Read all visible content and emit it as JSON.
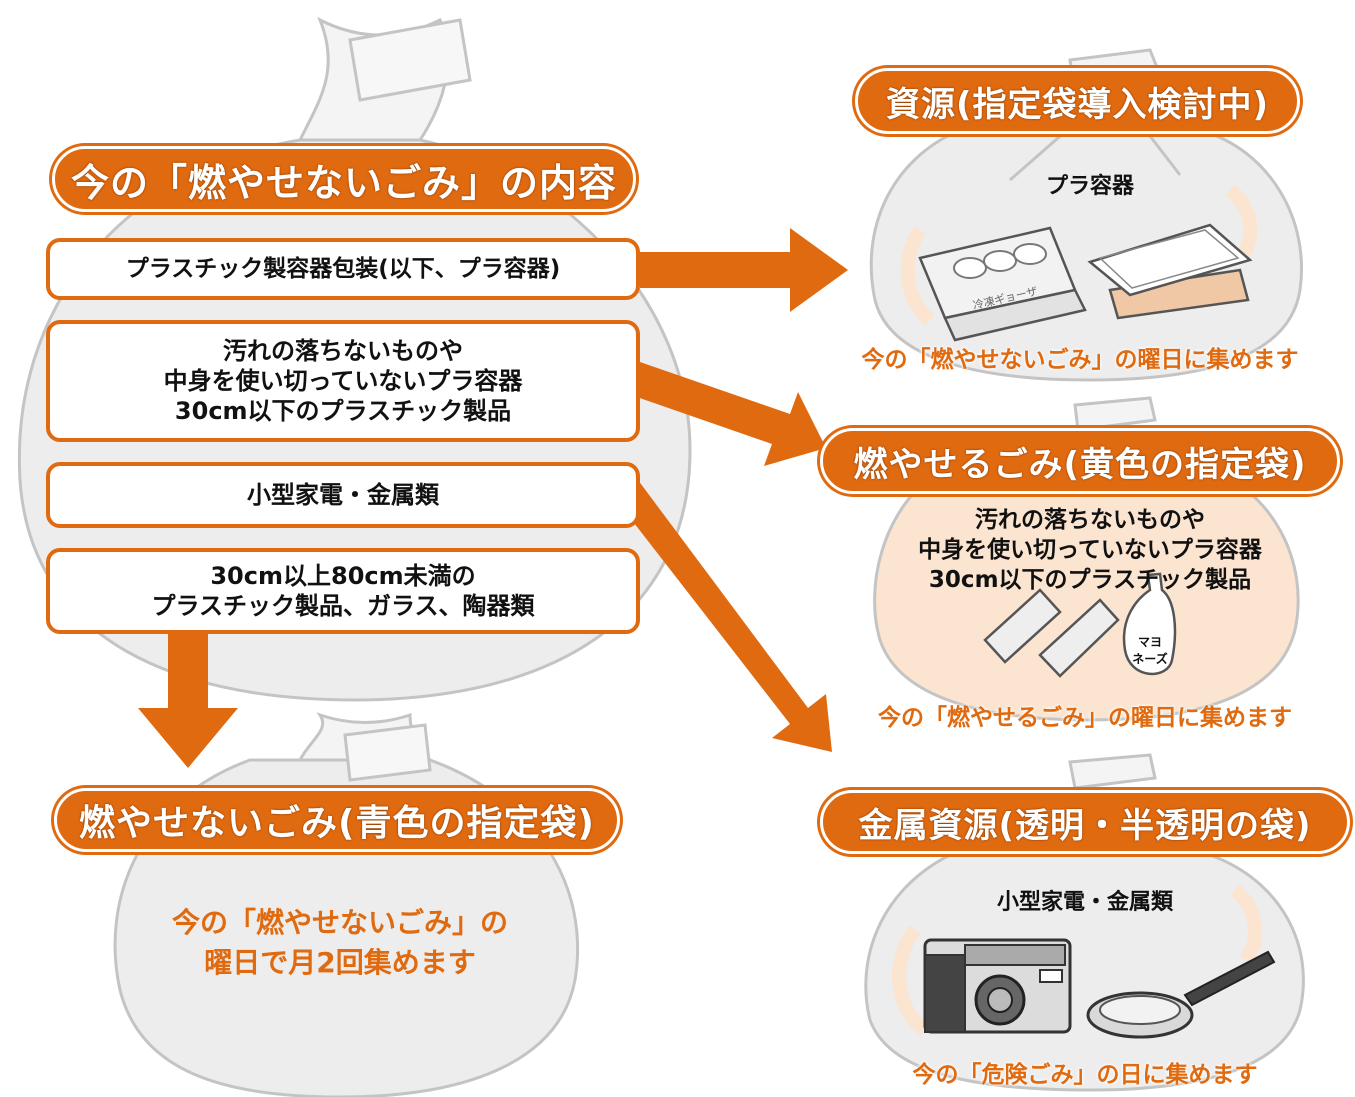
{
  "colors": {
    "accent": "#e06a10",
    "bag_fill": "#ededed",
    "bag_stroke": "#c9c9c9",
    "tint": "#fbe4d0"
  },
  "main": {
    "title": "今の「燃やせないごみ」の内容",
    "items": [
      {
        "lines": [
          "プラスチック製容器包装(以下、プラ容器)"
        ]
      },
      {
        "lines": [
          "汚れの落ちないものや",
          "中身を使い切っていないプラ容器",
          "30cm以下のプラスチック製品"
        ]
      },
      {
        "lines": [
          "小型家電・金属類"
        ]
      },
      {
        "lines": [
          "30cm以上80cm未満の",
          "プラスチック製品、ガラス、陶器類"
        ]
      }
    ]
  },
  "resource": {
    "title": "資源(指定袋導入検討中)",
    "item_label": "プラ容器",
    "package_label": "冷凍ギョーザ",
    "note": "今の「燃やせないごみ」の曜日に集めます"
  },
  "burnable": {
    "title": "燃やせるごみ(黄色の指定袋)",
    "lines": [
      "汚れの落ちないものや",
      "中身を使い切っていないプラ容器",
      "30cm以下のプラスチック製品"
    ],
    "mayo_label_1": "マヨ",
    "mayo_label_2": "ネーズ",
    "note": "今の「燃やせるごみ」の曜日に集めます"
  },
  "nonburnable": {
    "title": "燃やせないごみ(青色の指定袋)",
    "lines": [
      "今の「燃やせないごみ」の",
      "曜日で月2回集めます"
    ]
  },
  "metal": {
    "title": "金属資源(透明・半透明の袋)",
    "item_label": "小型家電・金属類",
    "note": "今の「危険ごみ」の日に集めます"
  }
}
